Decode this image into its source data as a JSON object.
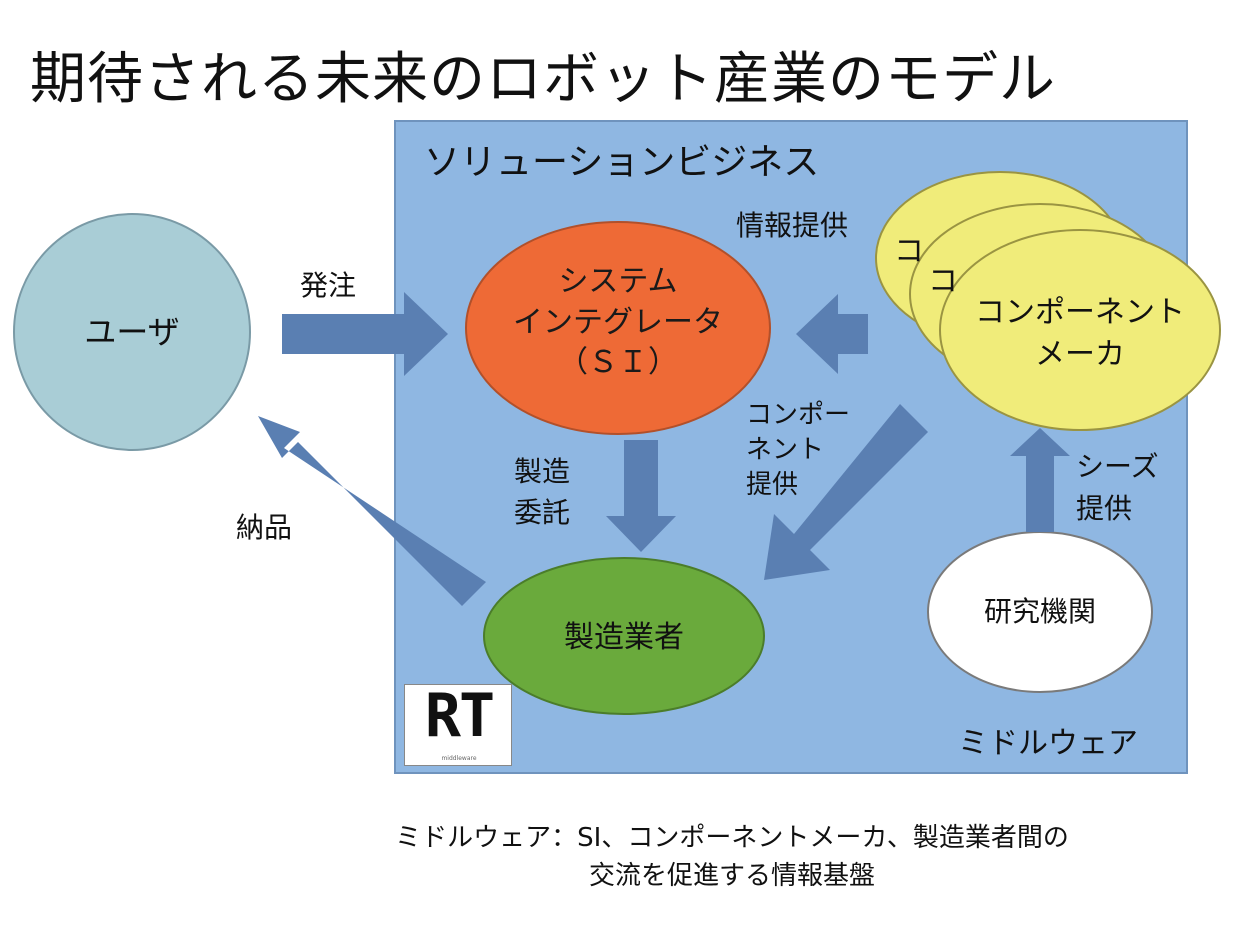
{
  "title": "期待される未来のロボット産業のモデル",
  "panel_title": "ソリューションビジネス",
  "panel_footer": "ミドルウェア",
  "nodes": {
    "user": "ユーザ",
    "si_line1": "システム",
    "si_line2": "インテグレータ",
    "si_line3": "（ＳＩ）",
    "manufacturer": "製造業者",
    "research": "研究機関",
    "component_line1": "コンポーネント",
    "component_line2": "メーカ",
    "stack_glyph": "コ"
  },
  "edges": {
    "order": "発注",
    "delivery": "納品",
    "info_provide": "情報提供",
    "consign_line1": "製造",
    "consign_line2": "委託",
    "component_provide_line1": "コンポー",
    "component_provide_line2": "ネント",
    "component_provide_line3": "提供",
    "seeds_line1": "シーズ",
    "seeds_line2": "提供"
  },
  "logo": {
    "text": "RT",
    "sub": "middleware"
  },
  "caption": {
    "line1": "ミドルウェア：SI、コンポーネントメーカ、製造業者間の",
    "line2": "交流を促進する情報基盤"
  },
  "colors": {
    "panel": "#8fb7e2",
    "user": "#a9cdd6",
    "si": "#ee6a36",
    "manufacturer": "#6aaa3c",
    "component": "#f0ec7a",
    "research": "#ffffff",
    "arrow": "#5a7fb2"
  }
}
